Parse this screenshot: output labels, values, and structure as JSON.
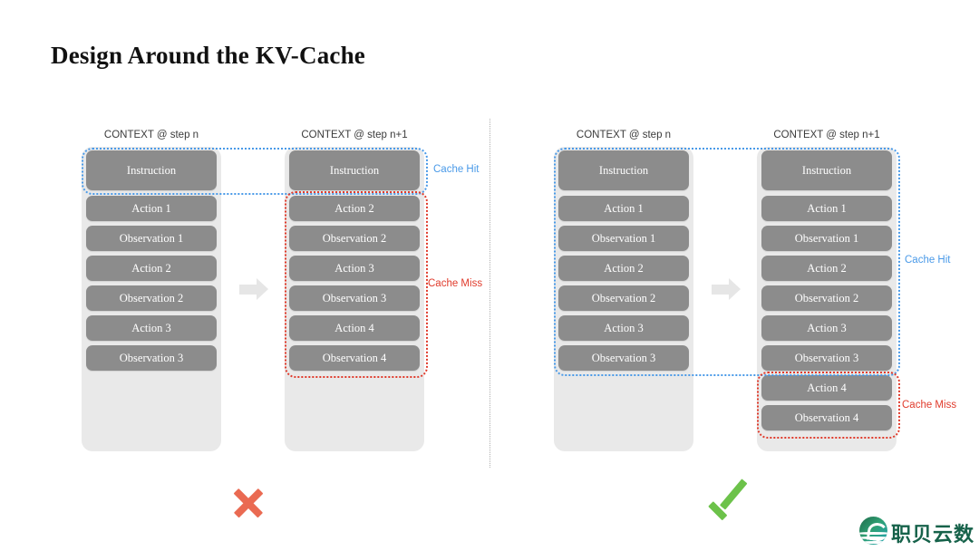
{
  "slide": {
    "title": "Design Around the KV-Cache"
  },
  "colors": {
    "cache_hit": "#4a9ae8",
    "cache_miss": "#e03b2c",
    "pill": "#8c8c8c",
    "panel": "#e9e9e9",
    "cross": "#ea6a52",
    "check": "#6cc24a",
    "title": "#111111"
  },
  "labels": {
    "cache_hit": "Cache Hit",
    "cache_miss": "Cache Miss",
    "header_step_n": "CONTEXT @ step n",
    "header_step_n1": "CONTEXT @ step n+1"
  },
  "left_example": {
    "verdict": "cross",
    "columns": [
      {
        "header": "CONTEXT @ step n",
        "items": [
          "Instruction",
          "Action 1",
          "Observation 1",
          "Action 2",
          "Observation 2",
          "Action 3",
          "Observation 3"
        ]
      },
      {
        "header": "CONTEXT @ step n+1",
        "items": [
          "Instruction",
          "Action 2",
          "Observation 2",
          "Action 3",
          "Observation 3",
          "Action 4",
          "Observation 4"
        ]
      }
    ],
    "annotations": [
      {
        "kind": "hit",
        "label": "Cache Hit"
      },
      {
        "kind": "miss",
        "label": "Cache Miss"
      }
    ]
  },
  "right_example": {
    "verdict": "check",
    "columns": [
      {
        "header": "CONTEXT @ step n",
        "items": [
          "Instruction",
          "Action 1",
          "Observation 1",
          "Action 2",
          "Observation 2",
          "Action 3",
          "Observation 3"
        ]
      },
      {
        "header": "CONTEXT @ step n+1",
        "items": [
          "Instruction",
          "Action 1",
          "Observation 1",
          "Action 2",
          "Observation 2",
          "Action 3",
          "Observation 3",
          "Action 4",
          "Observation 4"
        ]
      }
    ],
    "annotations": [
      {
        "kind": "hit",
        "label": "Cache Hit"
      },
      {
        "kind": "miss",
        "label": "Cache Miss"
      }
    ]
  },
  "logo": {
    "wordmark": "职贝云数"
  }
}
